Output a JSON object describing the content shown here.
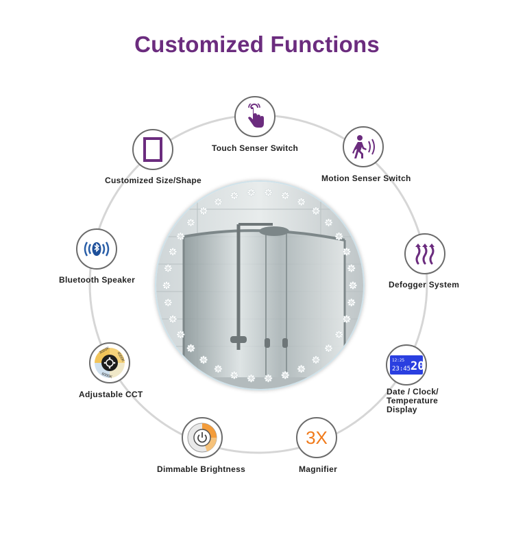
{
  "title": "Customized Functions",
  "accent_color": "#6b2c7e",
  "features": [
    {
      "id": "touch",
      "label": "Touch Senser Switch",
      "icon": "touch-hand-icon"
    },
    {
      "id": "motion",
      "label": "Motion Senser Switch",
      "icon": "motion-person-icon"
    },
    {
      "id": "size",
      "label": "Customized Size/Shape",
      "icon": "frame-shape-icon"
    },
    {
      "id": "bluetooth",
      "label": "Bluetooth Speaker",
      "icon": "bluetooth-speaker-icon"
    },
    {
      "id": "defog",
      "label": "Defogger System",
      "icon": "heat-waves-icon"
    },
    {
      "id": "cct",
      "label": "Adjustable CCT",
      "icon": "color-temperature-dial-icon",
      "dial_text": [
        "3000K",
        "4000K",
        "6000K"
      ]
    },
    {
      "id": "clock",
      "label": "Date / Clock/ Temperature Display",
      "icon": "lcd-display-icon",
      "display_text": [
        "20",
        "23:45",
        "12:25"
      ]
    },
    {
      "id": "dimmer",
      "label": "Dimmable Brightness",
      "icon": "power-dimmer-icon"
    },
    {
      "id": "magnifier",
      "label": "Magnifier",
      "icon": "magnifier-3x-icon",
      "icon_text": "3X"
    }
  ]
}
